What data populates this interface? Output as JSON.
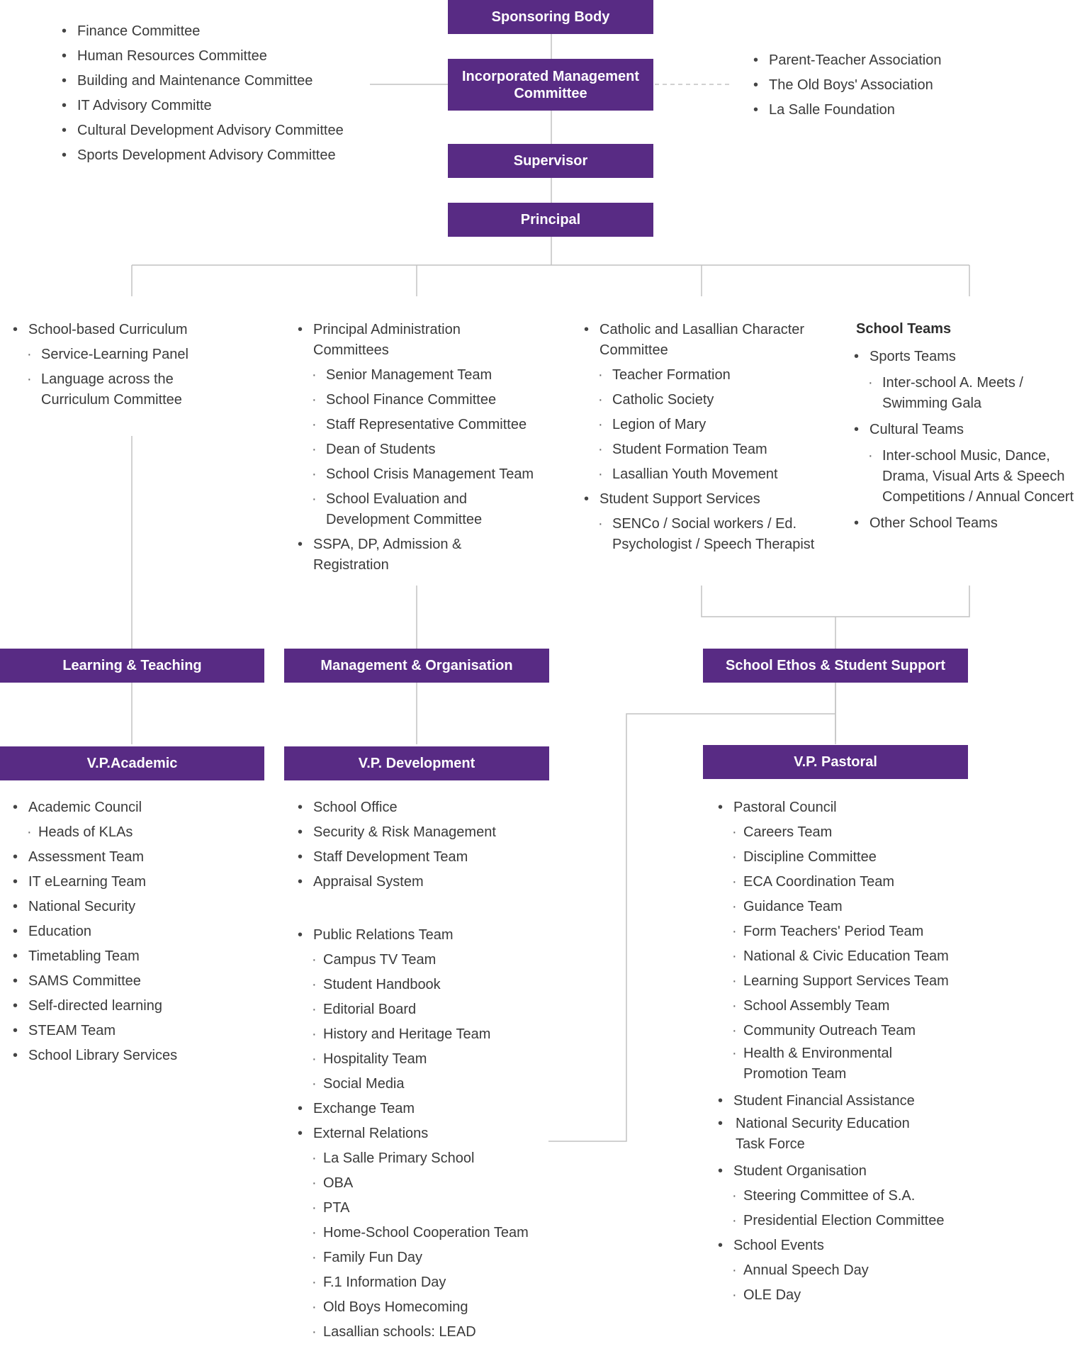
{
  "boxes": {
    "sponsoring_body": "Sponsoring Body",
    "imc": "Incorporated Management Committee",
    "supervisor": "Supervisor",
    "principal": "Principal",
    "learning_teaching": "Learning & Teaching",
    "management_organisation": "Management & Organisation",
    "school_ethos": "School Ethos & Student Support",
    "vp_academic": "V.P.Academic",
    "vp_development": "V.P. Development",
    "vp_pastoral": "V.P. Pastoral"
  },
  "imc_committees": [
    "Finance Committee",
    "Human Resources Committee",
    "Building and Maintenance Committee",
    "IT Advisory Committe",
    "Cultural Development Advisory Committee",
    "Sports Development Advisory Committee"
  ],
  "associations": [
    "Parent-Teacher Association",
    "The Old Boys' Association",
    "La Salle Foundation"
  ],
  "col1": {
    "main": "School-based Curriculum",
    "subs": [
      "Service-Learning Panel",
      "Language across the Curriculum Committee"
    ]
  },
  "col2": {
    "main": "Principal Administration Committees",
    "subs": [
      "Senior Management Team",
      "School Finance Committee",
      "Staff Representative Committee",
      "Dean of Students",
      "School Crisis Management Team",
      "School Evaluation and Development Committee"
    ],
    "last": "SSPA, DP, Admission & Registration"
  },
  "col3": {
    "main": "Catholic and Lasallian Character Committee",
    "subs": [
      "Teacher Formation",
      "Catholic Society",
      "Legion of Mary",
      "Student Formation Team",
      "Lasallian Youth Movement"
    ],
    "main2": "Student Support Services",
    "subs2": [
      "SENCo / Social workers / Ed. Psychologist / Speech Therapist"
    ]
  },
  "col4": {
    "heading": "School Teams",
    "sports": "Sports Teams",
    "sports_sub": "Inter-school A. Meets / Swimming Gala",
    "cultural": "Cultural Teams",
    "cultural_sub": "Inter-school Music, Dance, Drama, Visual Arts & Speech Competitions / Annual Concert",
    "other": "Other School Teams"
  },
  "academic": {
    "main": "Academic Council",
    "sub": "Heads of KLAs",
    "items": [
      "Assessment Team",
      "IT eLearning Team",
      "National Security",
      "Education",
      "Timetabling Team",
      "SAMS Committee",
      "Self-directed learning",
      "STEAM Team",
      "School Library Services"
    ]
  },
  "development": {
    "items": [
      "School Office",
      "Security & Risk Management",
      "Staff Development Team",
      "Appraisal System"
    ],
    "pr": "Public Relations Team",
    "pr_subs": [
      "Campus TV Team",
      "Student Handbook",
      "Editorial Board",
      "History and Heritage Team",
      "Hospitality Team",
      "Social Media"
    ],
    "exchange": "Exchange Team",
    "external": "External Relations",
    "external_subs": [
      "La Salle Primary School",
      "OBA",
      "PTA",
      "Home-School Cooperation Team",
      "Family Fun Day",
      "F.1 Information Day",
      "Old Boys Homecoming",
      "Lasallian schools: LEAD"
    ]
  },
  "pastoral": {
    "council": "Pastoral Council",
    "council_subs": [
      "Careers Team",
      "Discipline Committee",
      "ECA Coordination Team",
      "Guidance Team",
      "Form Teachers' Period Team",
      "National & Civic Education Team",
      "Learning Support Services Team",
      "School Assembly Team",
      "Community Outreach Team",
      "Health & Environmental Promotion Team"
    ],
    "financial": "Student Financial Assistance",
    "nse": "National Security Education Task Force",
    "org": "Student Organisation",
    "org_subs": [
      "Steering Committee of S.A.",
      "Presidential Election Committee"
    ],
    "events": "School Events",
    "events_subs": [
      "Annual Speech Day",
      "OLE Day"
    ]
  },
  "colors": {
    "box": "#582b84",
    "line": "#bdbdbd"
  }
}
